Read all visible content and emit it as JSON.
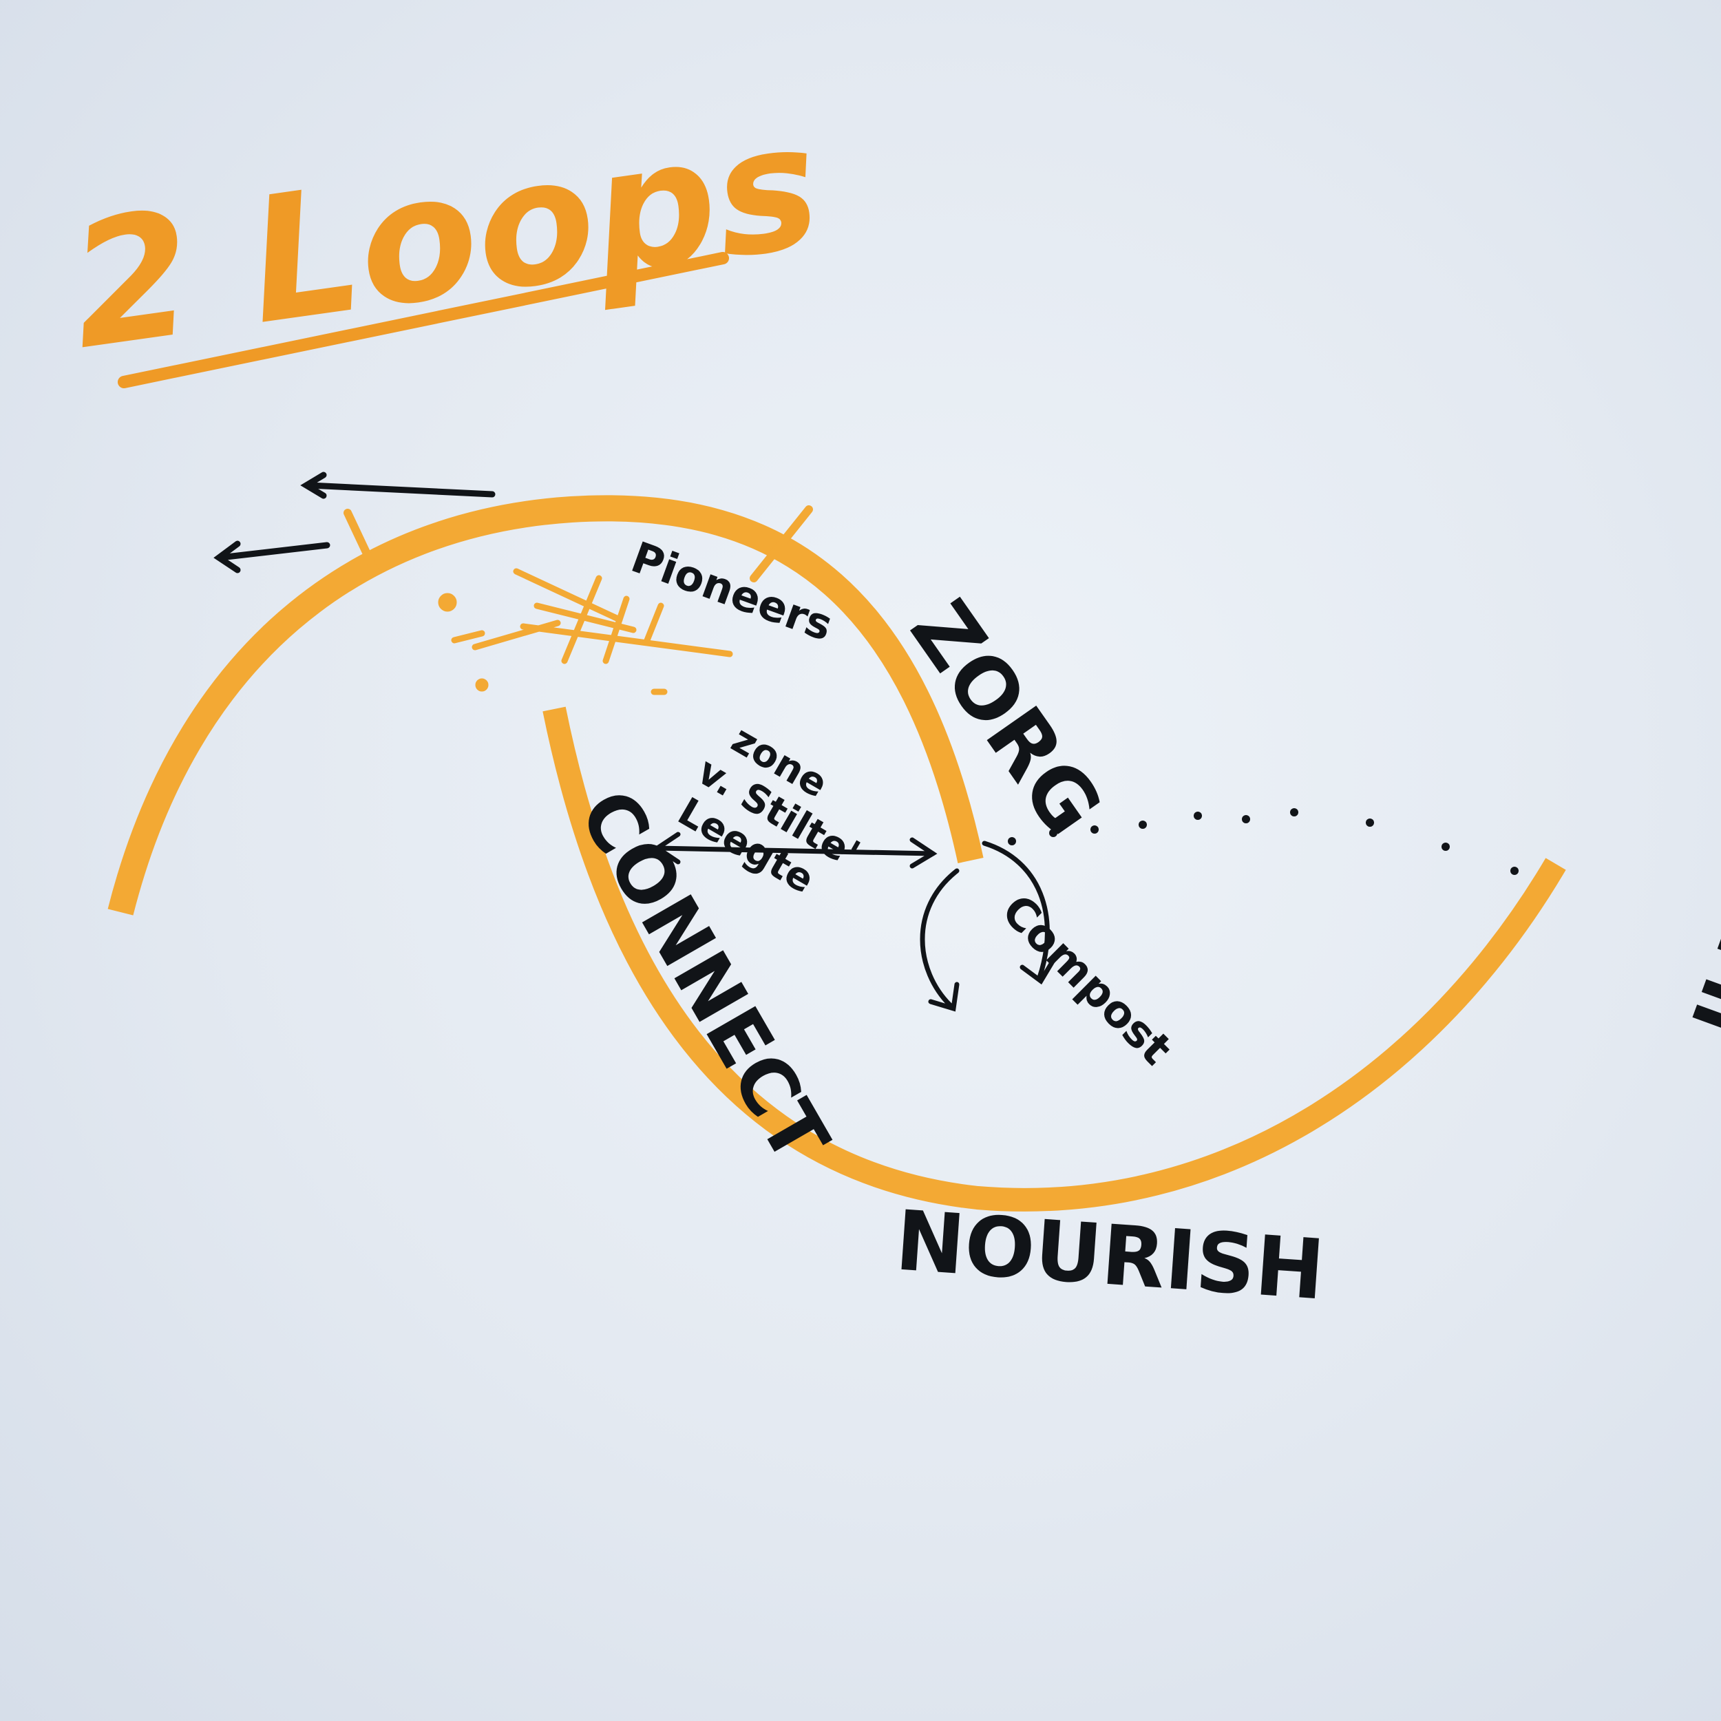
{
  "title": "2 Loops",
  "labels": {
    "pioneers": "Pioneers",
    "zorg": "ZORG",
    "zone_line1": "zone",
    "zone_line2": "v. Stilte'",
    "zone_line3": "Leegte",
    "connect": "CONNECT",
    "compost": "Compost",
    "nourish": "NOURISH",
    "illuminate": "ILLUMINATE"
  },
  "colors": {
    "loop": "#f3a934",
    "title": "#ef9a26",
    "ink": "#111418",
    "paper": "#e6ecf3"
  }
}
